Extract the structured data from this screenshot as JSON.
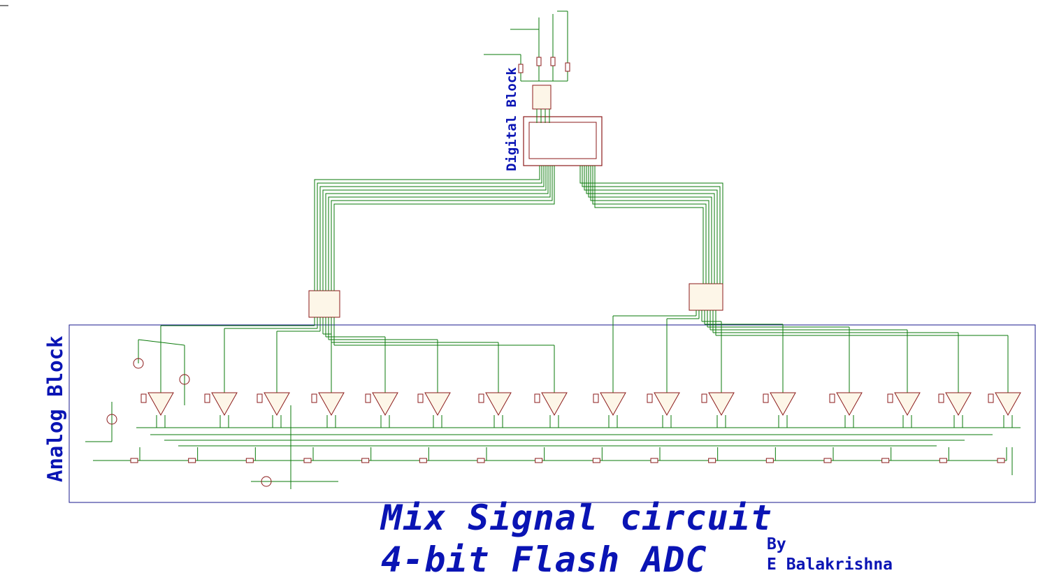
{
  "title_line1": "Mix Signal circuit",
  "title_line2": "4-bit Flash ADC",
  "author_line1": "By",
  "author_line2": "E Balakrishna",
  "analog_block_label": "Analog Block",
  "digital_block_label": "Digital Block",
  "comparator_count": 16,
  "resistor_count": 16,
  "colors": {
    "wire": "#0a7a0a",
    "component": "#8b1a1a",
    "block_border": "#1a1a8c",
    "label_text": "#0a14b4",
    "pin_text": "#0a8a8a"
  }
}
